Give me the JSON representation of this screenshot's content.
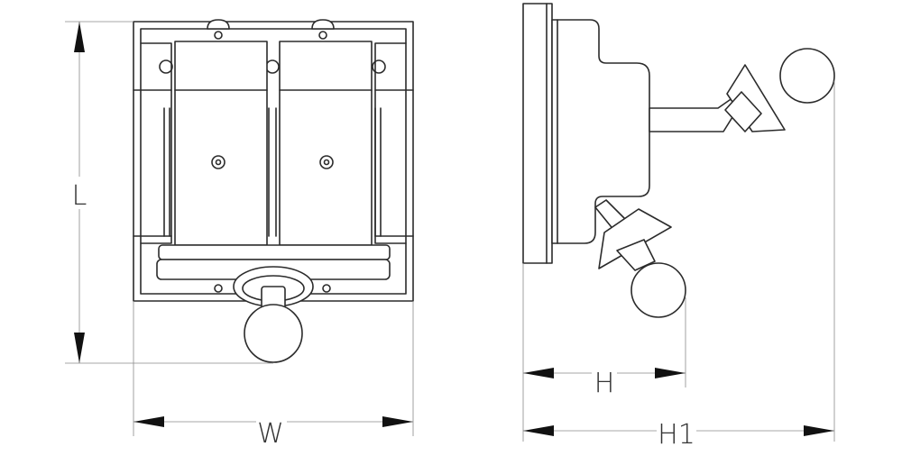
{
  "dimensions": {
    "length_label": "L",
    "width_label": "W",
    "depth_label": "H",
    "overall_depth_label": "H1"
  },
  "colors": {
    "line": "#2b2b2b",
    "dimension_line": "#8a8a8a",
    "arrow": "#111111",
    "background": "#ffffff"
  }
}
